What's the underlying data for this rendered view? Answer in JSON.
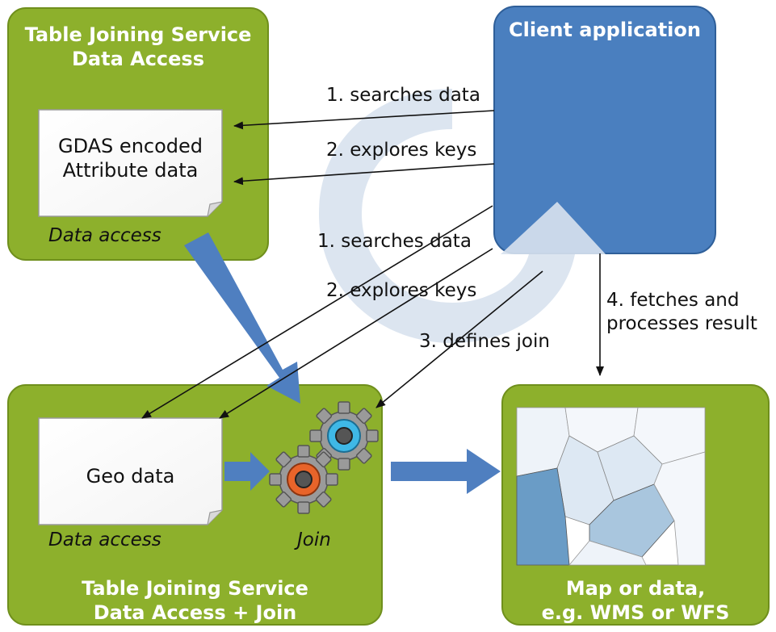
{
  "colors": {
    "green": "#8db02c",
    "green_border": "#6f8f1c",
    "client_blue": "#4a7fbf",
    "client_border": "#2f5f99",
    "flow_blue": "#4f7fc0",
    "cycle_light": "#d8e2ee",
    "map_light": "#dde8f3",
    "map_mid": "#a9c6de",
    "map_dark": "#6a9cc6"
  },
  "top_box": {
    "title_line1": "Table Joining Service",
    "title_line2": "Data Access",
    "doc_line1": "GDAS encoded",
    "doc_line2": "Attribute data",
    "caption": "Data access",
    "caption_italic": true
  },
  "client": {
    "title": "Client application"
  },
  "arrows": {
    "top_searches": "1. searches data",
    "top_explores": "2. explores keys",
    "mid_searches": "1. searches data",
    "mid_explores": "2. explores keys",
    "defines_join": "3. defines join",
    "fetches_line1": "4. fetches and",
    "fetches_line2": "processes result"
  },
  "bottom_box": {
    "title_line1": "Table Joining Service",
    "title_line2": "Data Access + Join",
    "doc_label": "Geo data",
    "caption_left": "Data access",
    "caption_right": "Join",
    "gear_icons": [
      "gear-blue-icon",
      "gear-orange-icon"
    ]
  },
  "result_box": {
    "title_line1": "Map or data,",
    "title_line2": "e.g. WMS or WFS",
    "map_icon": "map-thumbnail-icon"
  }
}
